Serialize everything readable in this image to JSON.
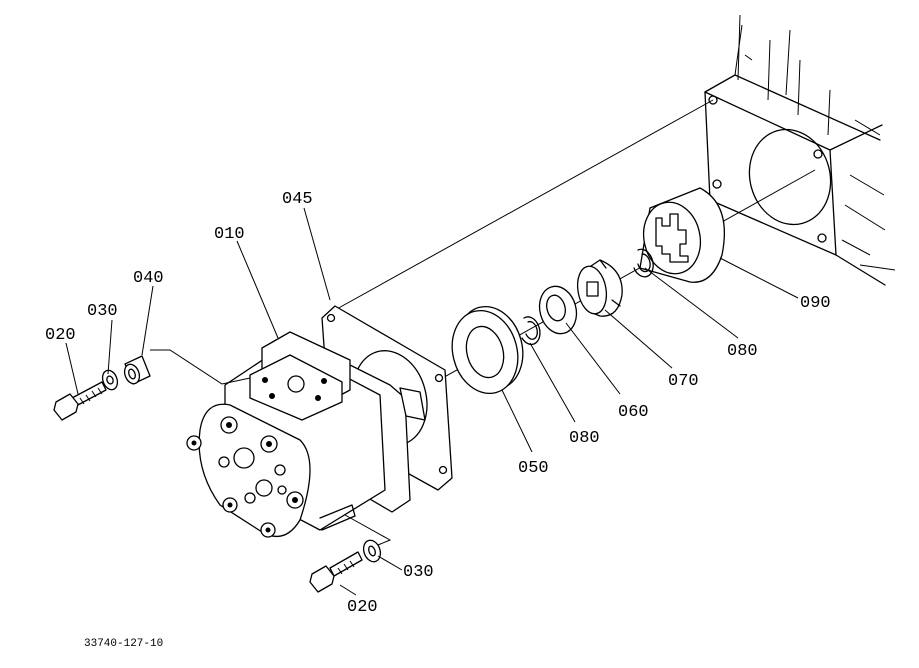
{
  "drawing_number": "33740-127-10",
  "callouts": {
    "c010": "010",
    "c020a": "020",
    "c020b": "020",
    "c030a": "030",
    "c030b": "030",
    "c040": "040",
    "c045": "045",
    "c050": "050",
    "c060": "060",
    "c070": "070",
    "c080a": "080",
    "c080b": "080",
    "c090": "090"
  }
}
